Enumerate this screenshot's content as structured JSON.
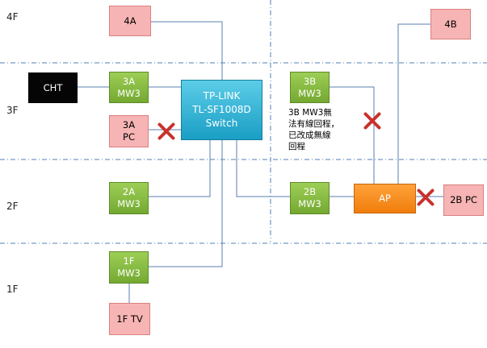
{
  "floors": {
    "f4": "4F",
    "f3": "3F",
    "f2": "2F",
    "f1": "1F"
  },
  "nodes": {
    "n4a": "4A",
    "n4b": "4B",
    "cht": "CHT",
    "mw3_3a": "3A\nMW3",
    "switch": "TP-LINK\nTL-SF1008D\nSwitch",
    "mw3_3b": "3B\nMW3",
    "pc_3a": "3A\nPC",
    "mw3_2a": "2A\nMW3",
    "mw3_2b": "2B\nMW3",
    "ap": "AP",
    "pc_2b": "2B PC",
    "mw3_1f": "1F\nMW3",
    "tv_1f": "1F TV"
  },
  "note": "3B MW3無\n法有線回程，\n已改成無線\n回程",
  "colors": {
    "divider": "#4f7fb5",
    "wire": "#5a7fb0",
    "cross": "#c8322d"
  }
}
